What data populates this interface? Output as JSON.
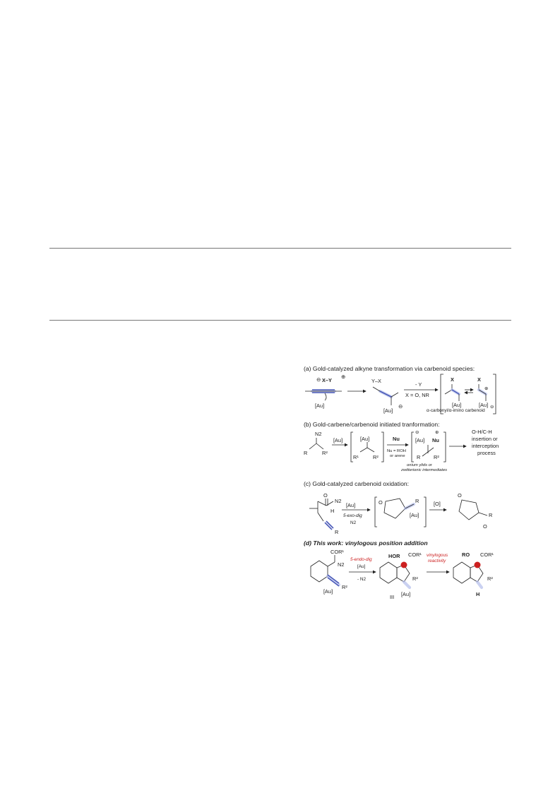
{
  "scheme": {
    "panel_a": {
      "heading": "(a) Gold-catalyzed alkyne transformation via carbenoid species:",
      "xy": "X–Y",
      "minus": "⊖",
      "plus": "⊕",
      "au": "[Au]",
      "yx": "Y–X",
      "arrow_top": "- Y",
      "arrow_bottom": "X = O, NR",
      "x": "X",
      "caption": "α-carbonyl/α-imino carbenoid"
    },
    "panel_b": {
      "heading": "(b) Gold-carbene/carbenoid initiated tranformation:",
      "n2": "N2",
      "r": "R",
      "r2": "R²",
      "r1": "R¹",
      "au": "[Au]",
      "nu": "Nu",
      "nu_def": "Nu = ROH",
      "nu_def2": "or arene",
      "ylide": "onium ylids or",
      "ylide2": "zwitterionic intermediates",
      "result1": "O-H/C-H",
      "result2": "insertion or",
      "result3": "interception",
      "result4": "process"
    },
    "panel_c": {
      "heading": "(c) Gold-catalyzed carbenoid oxidation:",
      "o": "O",
      "n2": "N2",
      "h": "H",
      "r": "R",
      "au": "[Au]",
      "cond": "5-exo-dig",
      "n2b": "N2",
      "ox": "[O]"
    },
    "panel_d": {
      "heading": "(d) This work: vinylogous position addition",
      "cor1": "COR¹",
      "n2": "N2",
      "au": "[Au]",
      "r2": "R²",
      "cond": "5-endo-dig",
      "cond_au": "[Au]",
      "cond_n2": "- N2",
      "hor": "HOR",
      "iii": "III",
      "vinyl1": "vinylogous",
      "vinyl2": "reactivity",
      "ro": "RO",
      "h": "H"
    }
  },
  "colors": {
    "accent_red": "#cc2020",
    "bond_blue": "#4a5ab8",
    "highlight": "#b8c2ec",
    "rule": "#777777"
  }
}
